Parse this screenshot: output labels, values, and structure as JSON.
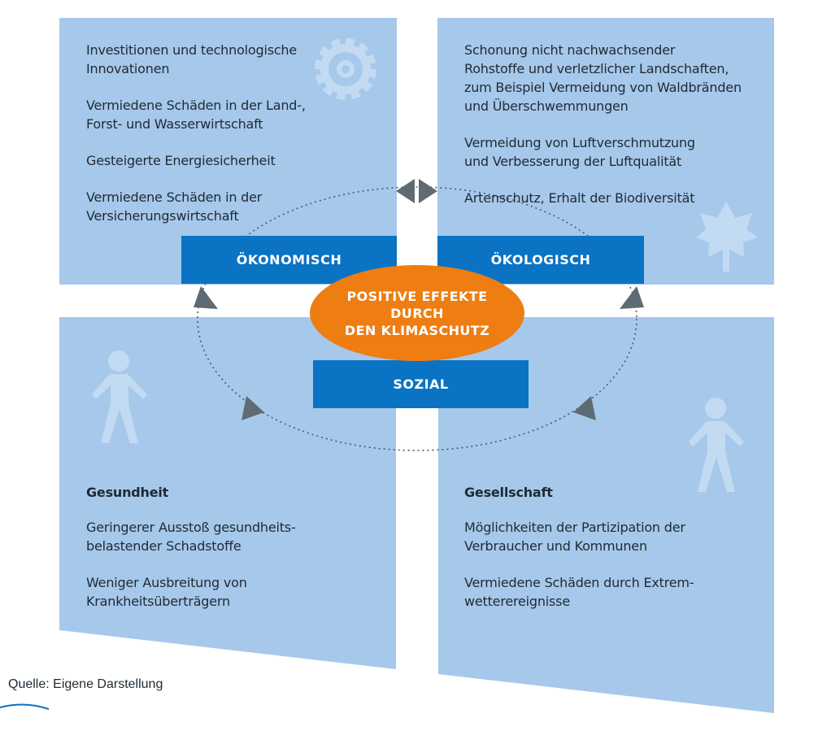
{
  "colors": {
    "panel": "#a6c8eb",
    "label_bar": "#0a73c4",
    "center": "#ee7d12",
    "icon": "#c2dbf2",
    "arrow": "#5f6b72"
  },
  "quadrants": {
    "economic": {
      "label": "ÖKONOMISCH",
      "icon": "gear-icon",
      "items": [
        "Investitionen und technologische\nInnovationen",
        "Vermiedene Schäden in der Land-,\nForst- und Wasserwirtschaft",
        "Gesteigerte Energiesicherheit",
        "Vermiedene Schäden in der\nVersicherungswirtschaft"
      ]
    },
    "ecological": {
      "label": "ÖKOLOGISCH",
      "icon": "leaf-icon",
      "items": [
        "Schonung nicht nachwachsender\nRohstoffe und verletzlicher Landschaften,\nzum Beispiel Vermeidung von Waldbränden\nund Überschwemmungen",
        "Vermeidung von Luftverschmutzung\nund Verbesserung der Luftqualität",
        "Artenschutz, Erhalt der Biodiversität"
      ]
    },
    "health": {
      "heading": "Gesundheit",
      "icon": "person-icon",
      "items": [
        "Geringerer Ausstoß gesundheits-\nbelastender Schadstoffe",
        "Weniger Ausbreitung von\nKrankheitsüberträgern"
      ]
    },
    "society": {
      "heading": "Gesellschaft",
      "icon": "person-icon",
      "items": [
        "Möglichkeiten der Partizipation der\nVerbraucher und Kommunen",
        "Vermiedene Schäden durch Extrem-\nwetterereignisse"
      ]
    }
  },
  "social_label": "SOZIAL",
  "center_label": "POSITIVE EFFEKTE\nDURCH\nDEN KLIMASCHUTZ",
  "source": "Quelle: Eigene Darstellung"
}
